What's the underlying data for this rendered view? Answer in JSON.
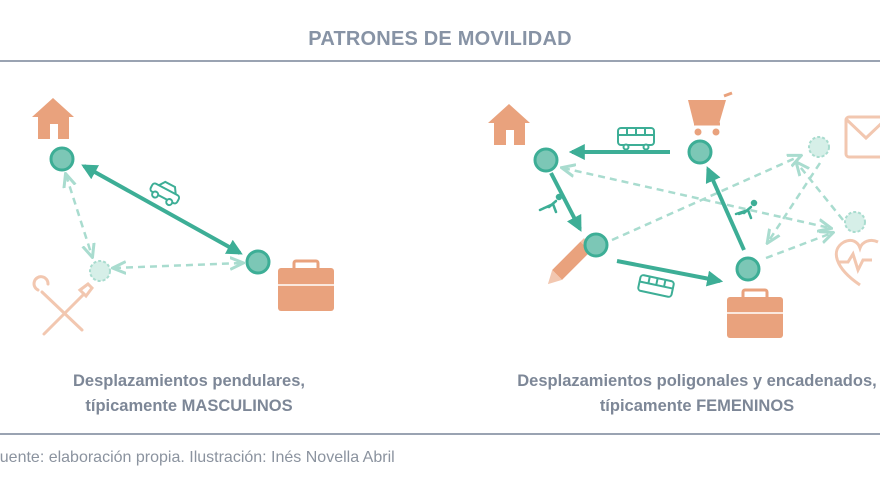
{
  "title": "PATRONES DE MOVILIDAD",
  "left_caption": {
    "line1": "Desplazamientos pendulares,",
    "line2": "típicamente MASCULINOS"
  },
  "right_caption": {
    "line1": "Desplazamientos poligonales y encadenados,",
    "line2": "típicamente FEMENINOS"
  },
  "source": "Fuente: elaboración propia. Ilustración: Inés Novella Abril",
  "colors": {
    "teal": "#3dae96",
    "teal_light": "#a9dccf",
    "orange": "#e9a27d",
    "orange_light": "#f2c7b0",
    "text": "#7d8797",
    "rule": "#9aa3b2"
  },
  "icons": [
    "house-icon",
    "car-icon",
    "briefcase-icon",
    "tools-icon",
    "bus-icon",
    "shopping-cart-icon",
    "envelope-icon",
    "pencil-icon",
    "heart-icon",
    "walking-icon"
  ]
}
